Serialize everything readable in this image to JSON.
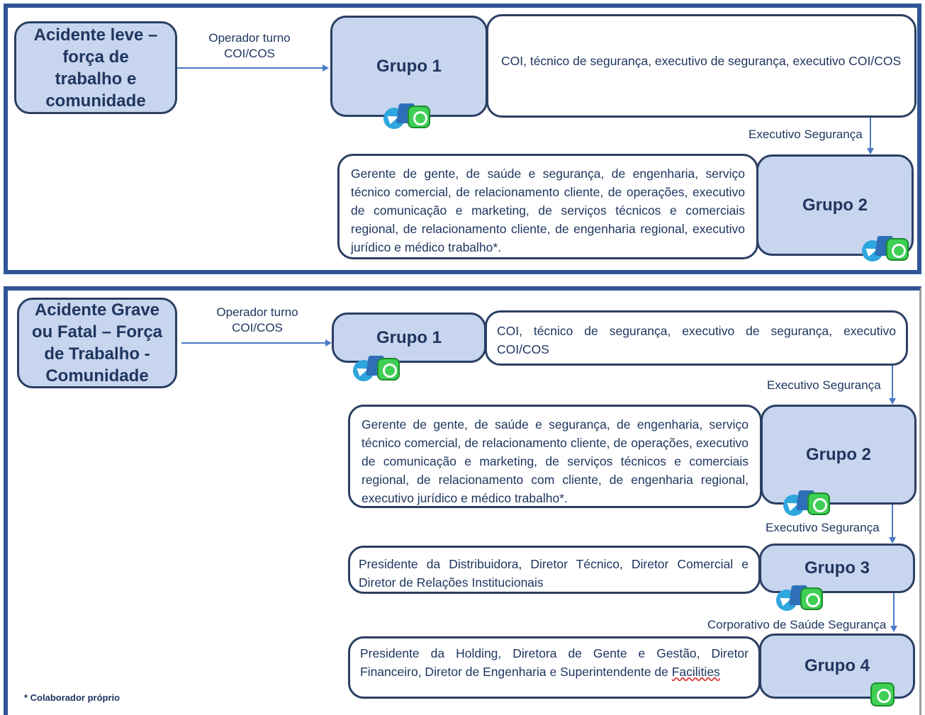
{
  "top": {
    "category": "Acidente leve – força de trabalho e comunidade",
    "arrow1_label": "Operador turno\nCOI/COS",
    "grupo1": {
      "label": "Grupo 1",
      "members": "COI, técnico de segurança, executivo de segurança, executivo COI/COS"
    },
    "arrow2_label": "Executivo Segurança",
    "grupo2": {
      "label": "Grupo 2",
      "members": "Gerente de gente, de saúde e segurança, de engenharia, serviço técnico comercial, de relacionamento cliente, de operações, executivo de comunicação e marketing, de serviços técnicos e comerciais regional, de relacionamento cliente, de engenharia regional, executivo jurídico e médico trabalho*."
    }
  },
  "bottom": {
    "category": "Acidente Grave ou Fatal – Força de Trabalho - Comunidade",
    "arrow1_label": "Operador turno\nCOI/COS",
    "grupo1": {
      "label": "Grupo 1",
      "members": "COI, técnico de segurança, executivo de segurança, executivo COI/COS"
    },
    "arrow2_label": "Executivo Segurança",
    "grupo2": {
      "label": "Grupo 2",
      "members": "Gerente de gente, de saúde e segurança, de engenharia, serviço técnico comercial, de relacionamento cliente, de operações, executivo de comunicação e marketing, de serviços técnicos e comerciais regional, de  relacionamento com cliente, de engenharia regional, executivo jurídico e médico trabalho*."
    },
    "arrow3_label": "Executivo Segurança",
    "grupo3": {
      "label": "Grupo 3",
      "members": "Presidente da Distribuidora, Diretor Técnico, Diretor Comercial e Diretor de Relações Institucionais"
    },
    "arrow4_label": "Corporativo de Saúde Segurança",
    "grupo4": {
      "label": "Grupo 4",
      "members_main": "Presidente da Holding, Diretora de Gente e Gestão, Diretor Financeiro, Diretor de Engenharia e Superintendente de ",
      "members_last": "Facilities"
    }
  },
  "footnote": "* Colaborador próprio",
  "icons": [
    "telegram-icon",
    "whatsapp-icon"
  ],
  "colors": {
    "frame": "#2f5597",
    "box_fill": "#c7d5ee",
    "box_border": "#2b3f63",
    "arrow": "#4a7ac7",
    "text": "#1f3660"
  }
}
